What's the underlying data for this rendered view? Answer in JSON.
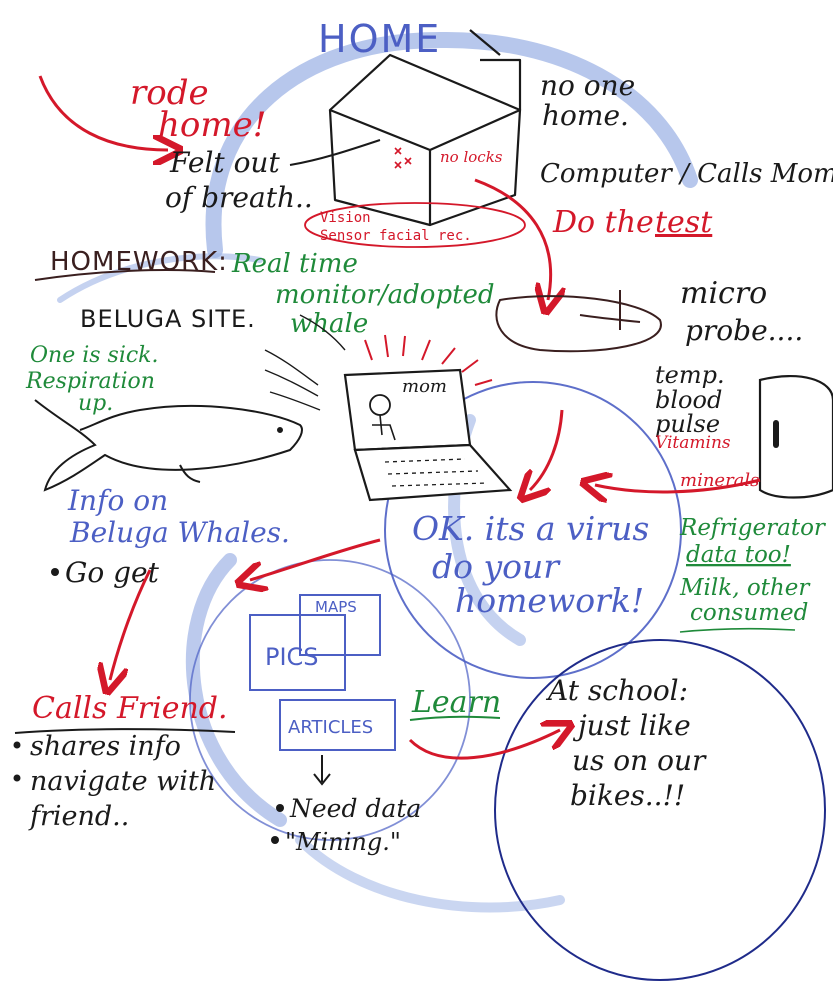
{
  "colors": {
    "ink_black": "#1a1a1a",
    "ink_red": "#d4182a",
    "ink_green": "#1f8a3a",
    "ink_blue": "#4c5fc4",
    "wash_blue": "#9fb4e6"
  },
  "home": {
    "title": "HOME",
    "rode_home_line1": "rode",
    "rode_home_line2": "home!",
    "felt_out_line1": "Felt out",
    "felt_out_line2": "of breath..",
    "no_one_line1": "no one",
    "no_one_line2": "home.",
    "computer_calls": "Computer / Calls Mom",
    "no_locks": "no locks",
    "vision_line1": "Vision",
    "vision_line2": "Sensor facial rec."
  },
  "test": {
    "do_the": "Do the",
    "test_word": "test",
    "micro_line1": "micro",
    "micro_line2": "probe....",
    "readings": [
      "temp.",
      "blood",
      "pulse",
      "Vitamins",
      "minerals"
    ]
  },
  "homework": {
    "title": "HOMEWORK:",
    "real_time_line1": "Real time",
    "real_time_line2": "monitor/adopted",
    "real_time_line3": "whale",
    "beluga_site": "BELUGA SITE.",
    "one_is_sick": "One is sick.",
    "respiration_line1": "Respiration",
    "respiration_line2": "up.",
    "info_line1": "Info on",
    "info_line2": "Beluga Whales.",
    "go_get": "Go get"
  },
  "laptop": {
    "screen_label": "mom"
  },
  "virus": {
    "line1": "OK. its a virus",
    "line2": "do your",
    "line3": "homework!"
  },
  "fridge": {
    "line1": "Refrigerator",
    "line2": "data too!",
    "line3": "Milk, other",
    "line4": "consumed"
  },
  "research": {
    "maps": "MAPS",
    "pics": "PICS",
    "articles": "ARTICLES",
    "need_data": "Need data",
    "mining": "\"Mining.\""
  },
  "friend": {
    "title": "Calls Friend.",
    "items": [
      "shares info",
      "navigate with",
      "friend.."
    ]
  },
  "learn": "Learn",
  "school": {
    "line1": "At school:",
    "line2": "just like",
    "line3": "us on our",
    "line4": "bikes..!!"
  }
}
